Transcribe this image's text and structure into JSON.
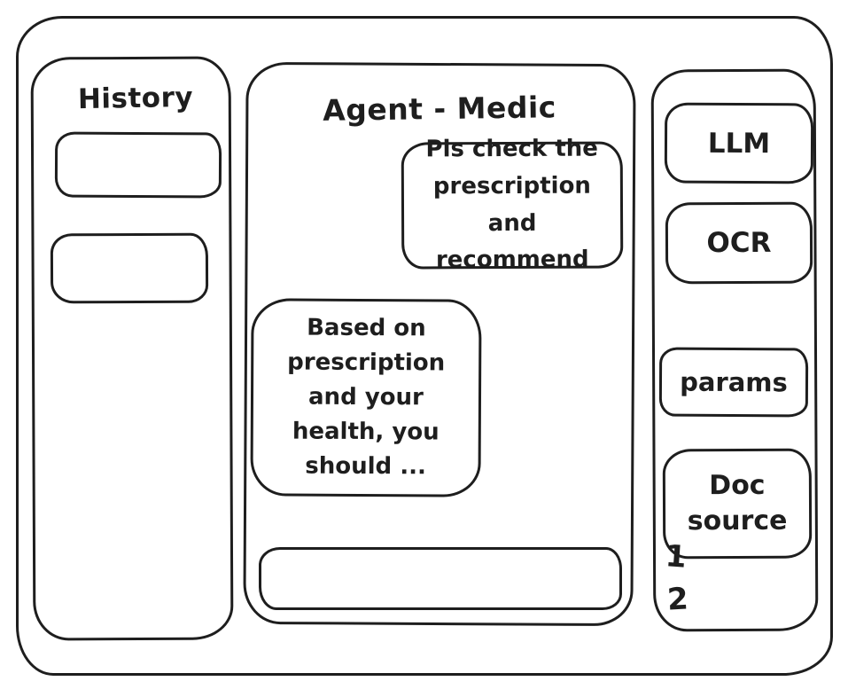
{
  "colors": {
    "stroke": "#1e1e1e",
    "background": "#ffffff"
  },
  "history_panel": {
    "title": "History",
    "items": [
      {
        "label": ""
      },
      {
        "label": ""
      }
    ]
  },
  "chat_panel": {
    "title": "Agent - Medic",
    "messages": [
      {
        "role": "user",
        "text": "Pls check the\nprescription\nand recommend"
      },
      {
        "role": "assistant",
        "text": "Based on\nprescription\nand your\nhealth, you\nshould ..."
      }
    ],
    "input": {
      "value": "",
      "placeholder": ""
    }
  },
  "tools_panel": {
    "buttons": [
      {
        "label": "LLM"
      },
      {
        "label": "OCR"
      },
      {
        "label": "params"
      },
      {
        "label": "Doc\nsource"
      }
    ],
    "source_numbers": [
      "1",
      "2"
    ]
  }
}
